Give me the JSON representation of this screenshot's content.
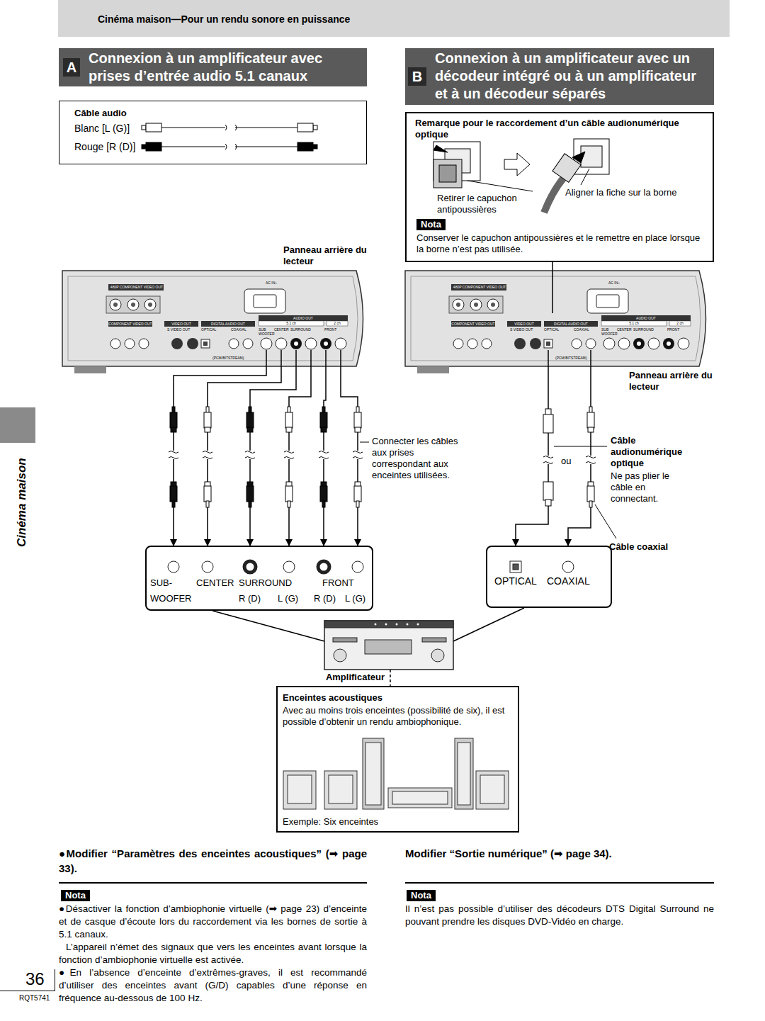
{
  "diagram": {
    "title": "Cinéma maison—Pour un rendu sonore en puissance",
    "nodes": [
      {
        "text": [
          "A",
          "Connexion à un amplificateur avec prises d’entrée audio 5.1 canaux"
        ]
      },
      {
        "text": [
          "B",
          "Connexion à un amplificateur avec un décodeur intégré ou à un amplificateur et à un décodeur séparés"
        ]
      },
      {
        "text": [
          "Câble audio",
          "Blanc [L (G)]",
          "Rouge [R (D)]"
        ]
      },
      {
        "text": [
          "Remarque pour le raccordement d’un câble audionumérique optique",
          "Retirer le capuchon antipoussières",
          "Aligner la fiche sur la borne",
          "Nota",
          "Conserver le capuchon antipoussières et le remettre en place lorsque la borne n’est pas utilisée."
        ]
      },
      {
        "text": [
          "Panneau arrière du lecteur",
          "480P COMPONENT VIDEO OUT",
          "AC IN~",
          "COMPONENT VIDEO OUT",
          "VIDEO OUT",
          "DIGITAL AUDIO OUT",
          "AUDIO OUT",
          "5.1 ch",
          "2 ch",
          "S VIDEO OUT",
          "OPTICAL",
          "COAXIAL",
          "SUB WOOFER",
          "CENTER",
          "SURROUND",
          "FRONT",
          "(PCM/BITSTREAM)"
        ]
      },
      {
        "text": [
          "Panneau arrière du lecteur",
          "480P COMPONENT VIDEO OUT",
          "AC IN~",
          "COMPONENT VIDEO OUT",
          "VIDEO OUT",
          "DIGITAL AUDIO OUT",
          "AUDIO OUT",
          "5.1 ch",
          "2 ch",
          "S VIDEO OUT",
          "OPTICAL",
          "COAXIAL",
          "SUB WOOFER",
          "CENTER",
          "SURROUND",
          "FRONT",
          "(PCM/BITSTREAM)"
        ]
      },
      {
        "text": [
          "SUB- WOOFER",
          "CENTER",
          "SURROUND",
          "R (D)",
          "L (G)",
          "FRONT",
          "R (D)",
          "L (G)"
        ]
      },
      {
        "text": [
          "OPTICAL",
          "COAXIAL"
        ]
      },
      {
        "text": [
          "Amplificateur"
        ]
      },
      {
        "text": [
          "Enceintes acoustiques",
          "Avec au moins trois enceintes (possibilité de six), il est possible d’obtenir un rendu ambiophonique.",
          "Exemple: Six enceintes"
        ]
      }
    ],
    "edges": [
      {
        "from": 4,
        "to": 6,
        "arrow": "to"
      },
      {
        "from": 5,
        "to": 7,
        "arrow": "to"
      },
      {
        "from": 3,
        "to": 5,
        "arrow": "none"
      },
      {
        "from": 6,
        "to": 8,
        "arrow": "none"
      },
      {
        "from": 7,
        "to": 8,
        "arrow": "none"
      },
      {
        "from": 8,
        "to": 9,
        "arrow": "none"
      }
    ],
    "labels": [
      "Cinéma maison",
      "Connecter les câbles aux prises correspondant aux enceintes utilisées.",
      "ou",
      "Câble audionumérique optique",
      "Ne pas plier le câble en connectant.",
      "Câble coaxial",
      "●Modifier “Paramètres des enceintes acoustiques” (➡ page 33).",
      "Modifier “Sortie numérique” (➡ page 34).",
      "Nota",
      "●Désactiver la fonction d’ambiophonie virtuelle (➡ page 23) d’enceinte et de casque d’écoute lors du raccordement via les bornes de sortie à 5.1 canaux.",
      "L’appareil n’émet des signaux que vers les enceintes avant lorsque la fonction d’ambiophonie virtuelle est activée.",
      "●En l’absence d’enceinte d’extrêmes-graves, il est recommandé d’utiliser des enceintes avant (G/D) capables d’une réponse en fréquence au-dessous de 100 Hz.",
      "Nota",
      "Il n’est pas possible d’utiliser des décodeurs DTS Digital Surround ne pouvant prendre les disques DVD-Vidéo en charge.",
      "36",
      "RQT5741"
    ]
  }
}
